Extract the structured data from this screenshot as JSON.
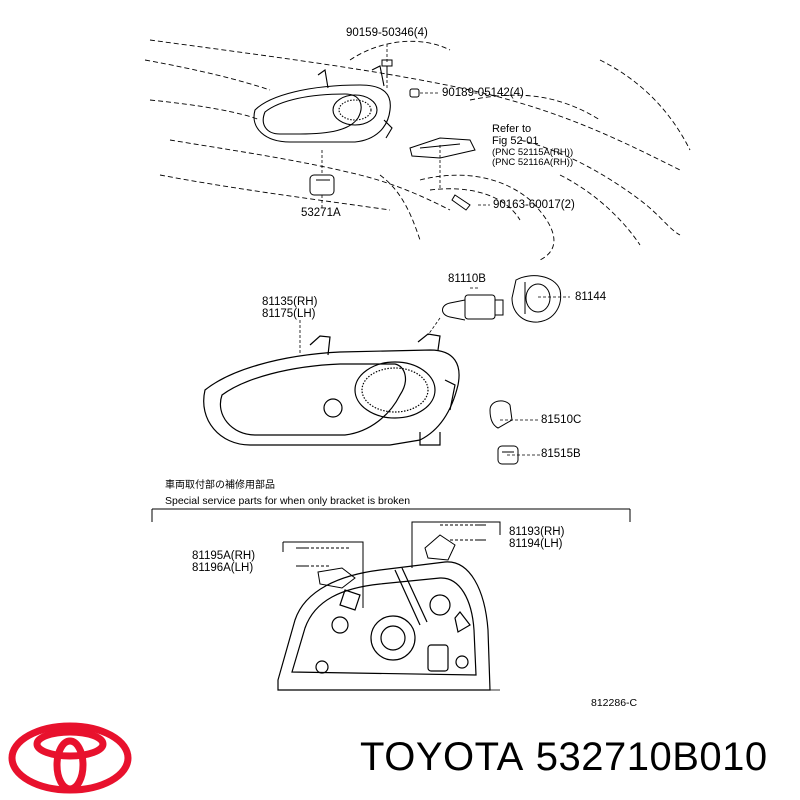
{
  "callouts": {
    "p_90159": "90159-50346(4)",
    "p_90189": "90189-05142(4)",
    "refer_1": "Refer to",
    "refer_2": "Fig 52-01",
    "pnc_rh": "(PNC 52115A(RH))",
    "pnc_lh": "(PNC 52116A(RH))",
    "p_90163": "90163-60017(2)",
    "p_53271A": "53271A",
    "p_81110B": "81110B",
    "p_81144": "81144",
    "p_81135": "81135(RH)",
    "p_81175": "81175(LH)",
    "p_81510C": "81510C",
    "p_81515B": "81515B",
    "special_jp": "車両取付部の補修用部品",
    "special_en": "Special service parts for when only bracket is broken",
    "p_81193": "81193(RH)",
    "p_81194": "81194(LH)",
    "p_81195A": "81195A(RH)",
    "p_81196A": "81196A(LH)",
    "fig_code": "812286-C"
  },
  "footer": {
    "brand": "TOYOTA",
    "part_number": "532710B010"
  },
  "colors": {
    "logo": "#e8112d",
    "line": "#000000"
  }
}
